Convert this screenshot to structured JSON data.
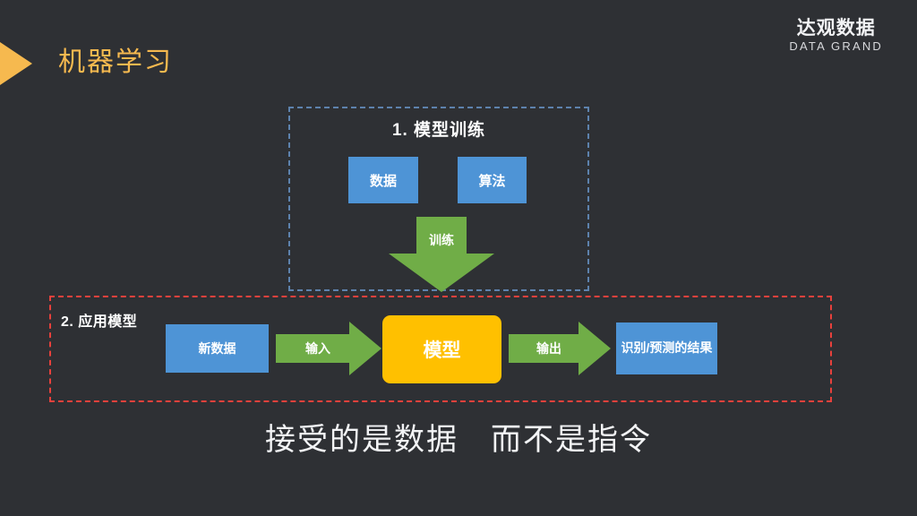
{
  "slide": {
    "background_color": "#2e3034",
    "title": "机器学习",
    "title_color": "#f6b94f",
    "caption": "接受的是数据　而不是指令"
  },
  "logo": {
    "cn": "达观数据",
    "en": "DATA GRAND"
  },
  "section_one": {
    "title": "1. 模型训练",
    "border_color": "#5d82ad",
    "border_style": "dashed",
    "boxes": [
      {
        "label": "数据",
        "color": "#4e94d6"
      },
      {
        "label": "算法",
        "color": "#4e94d6"
      }
    ],
    "arrow": {
      "label": "训练",
      "color": "#70ad47",
      "direction": "down"
    }
  },
  "section_two": {
    "title": "2. 应用模型",
    "border_color": "#e8413c",
    "border_style": "dashed",
    "flow": [
      {
        "kind": "box",
        "label": "新数据",
        "color": "#4e94d6"
      },
      {
        "kind": "arrow",
        "label": "输入",
        "color": "#70ad47",
        "direction": "right"
      },
      {
        "kind": "box",
        "label": "模型",
        "color": "#ffc000"
      },
      {
        "kind": "arrow",
        "label": "输出",
        "color": "#70ad47",
        "direction": "right"
      },
      {
        "kind": "box",
        "label": "识别/预测的结果",
        "color": "#4e94d6"
      }
    ]
  }
}
